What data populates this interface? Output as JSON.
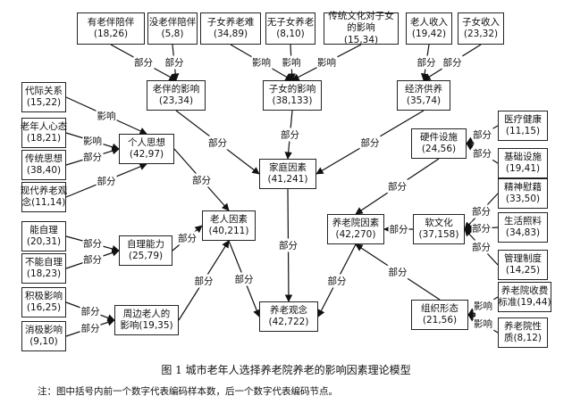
{
  "nodes": {
    "elder_company": {
      "label": "有老伴陪伴",
      "code": "(18,26)"
    },
    "no_elder_company": {
      "label": "没老伴陪伴",
      "code": "(5,8)"
    },
    "children_elderly_hard": {
      "label": "子女养老难",
      "code": "(34,89)"
    },
    "no_children": {
      "label": "无子女养老",
      "code": "(8,10)"
    },
    "tradition_influence": {
      "label": "传统文化对子女",
      "label2": "的影响",
      "code": "(15,34)"
    },
    "elder_income": {
      "label": "老人收入",
      "code": "(19,42)"
    },
    "children_income": {
      "label": "子女收入",
      "code": "(23,32)"
    },
    "spouse_influence": {
      "label": "老伴的影响",
      "code": "(23,34)"
    },
    "children_influence": {
      "label": "子女的影响",
      "code": "(38,133)"
    },
    "economic_supply": {
      "label": "经济供养",
      "code": "(35,74)"
    },
    "intergenerational": {
      "label": "代际关系",
      "code": "(15,22)"
    },
    "elder_mentality": {
      "label": "老年人心态",
      "code": "(18,21)"
    },
    "traditional_thought": {
      "label": "传统思想",
      "code": "(38,40)"
    },
    "modern_elderly_view": {
      "label": "现代养老观",
      "label2": "念(11,14)"
    },
    "personal_thought": {
      "label": "个人思想",
      "code": "(42,97)"
    },
    "family_factor": {
      "label": "家庭因素",
      "code": "(41,241)"
    },
    "hardware": {
      "label": "硬件设施",
      "code": "(24,56)"
    },
    "medical": {
      "label": "医疗健康",
      "code": "(11,15)"
    },
    "basic_facility": {
      "label": "基础设施",
      "code": "(19,41)"
    },
    "can_self_care": {
      "label": "能自理",
      "code": "(20,31)"
    },
    "self_care_ability": {
      "label": "自理能力",
      "code": "(25,79)"
    },
    "elderly_factor": {
      "label": "老人因素",
      "code": "(40,211)"
    },
    "nursing_factor": {
      "label": "养老院因素",
      "code": "(42,270)"
    },
    "soft_culture": {
      "label": "软文化",
      "code": "(37,158)"
    },
    "spiritual_comfort": {
      "label": "精神慰藉",
      "code": "(33,50)"
    },
    "life_care": {
      "label": "生活照料",
      "code": "(34,83)"
    },
    "mgmt_system": {
      "label": "管理制度",
      "code": "(14,25)"
    },
    "cannot_self_care": {
      "label": "不能自理",
      "code": "(18,23)"
    },
    "positive_influence": {
      "label": "积极影响",
      "code": "(16,25)"
    },
    "negative_influence": {
      "label": "消极影响",
      "code": "(9,10)"
    },
    "peer_elders": {
      "label": "周边老人的",
      "label2": "影响(19,35)"
    },
    "org_form": {
      "label": "组织形态",
      "code": "(21,56)"
    },
    "fee_standard": {
      "label": "养老院收费",
      "label2": "标准(19,44)"
    },
    "nature": {
      "label": "养老院性",
      "label2": "质(8,12)"
    },
    "elderly_concept": {
      "label": "养老观念",
      "code": "(42,722)"
    }
  },
  "edge_labels": {
    "part": "部分",
    "influence": "影响"
  },
  "caption": "图 1    城市老年人选择养老院养老的影响因素理论模型",
  "note": "注：图中括号内前一个数字代表编码样本数，后一个数字代表编码节点。"
}
